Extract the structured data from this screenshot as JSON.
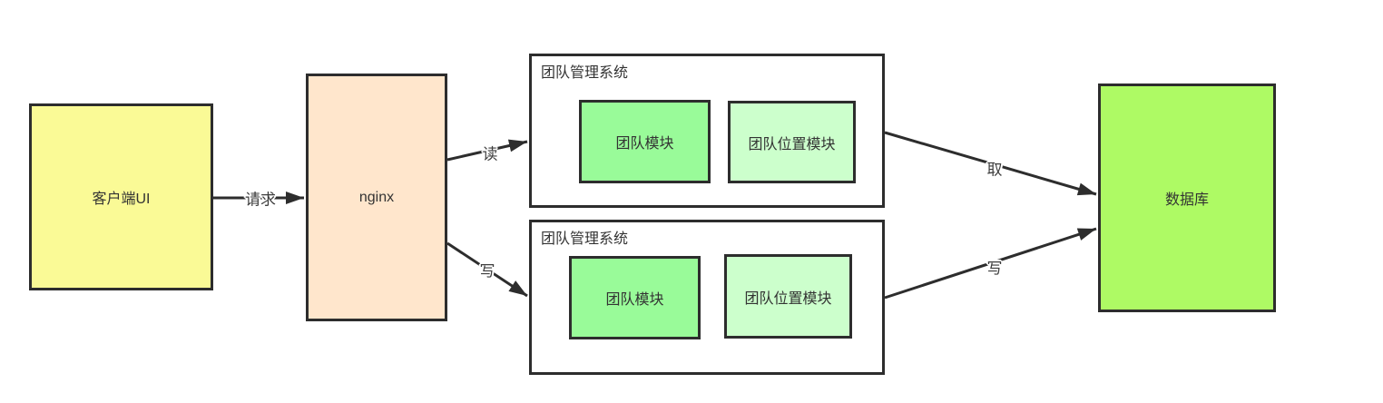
{
  "colors": {
    "border": "#2d2d2d",
    "text": "#333333",
    "client_fill": "#fafa96",
    "nginx_fill": "#ffe6cc",
    "team_module_fill": "#99fb99",
    "team_location_fill": "#ccffcc",
    "database_fill": "#aefa64"
  },
  "nodes": {
    "client": {
      "label": "客户端UI"
    },
    "nginx": {
      "label": "nginx"
    },
    "database": {
      "label": "数据库"
    }
  },
  "systems": [
    {
      "title": "团队管理系统",
      "modules": [
        {
          "label": "团队模块"
        },
        {
          "label": "团队位置模块"
        }
      ]
    },
    {
      "title": "团队管理系统",
      "modules": [
        {
          "label": "团队模块"
        },
        {
          "label": "团队位置模块"
        }
      ]
    }
  ],
  "edges": [
    {
      "label": "请求",
      "from": "客户端UI",
      "to": "nginx"
    },
    {
      "label": "读",
      "from": "nginx",
      "to": "团队管理系统(读)"
    },
    {
      "label": "写",
      "from": "nginx",
      "to": "团队管理系统(写)"
    },
    {
      "label": "取",
      "from": "团队管理系统(读)",
      "to": "数据库"
    },
    {
      "label": "写",
      "from": "团队管理系统(写)",
      "to": "数据库"
    }
  ]
}
